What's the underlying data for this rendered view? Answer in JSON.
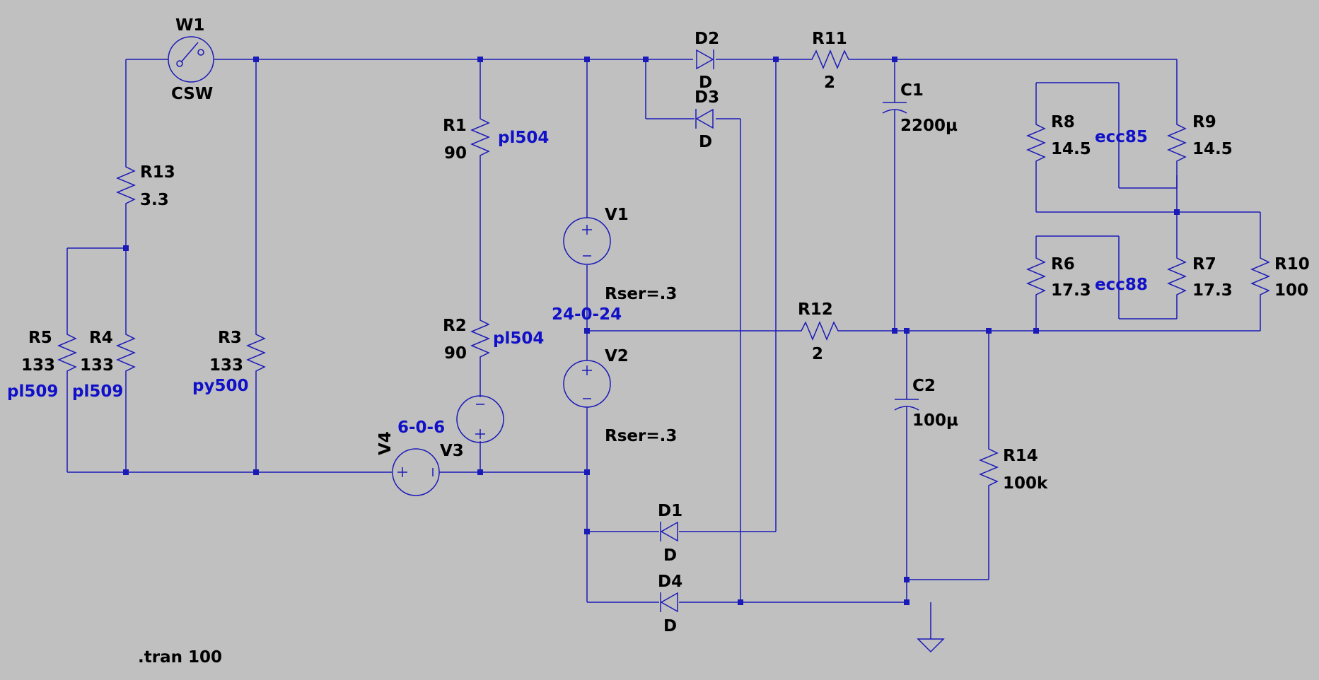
{
  "components": {
    "W1": {
      "ref": "W1",
      "value": "CSW"
    },
    "R13": {
      "ref": "R13",
      "value": "3.3"
    },
    "R5": {
      "ref": "R5",
      "value": "133",
      "tube": "pl509"
    },
    "R4": {
      "ref": "R4",
      "value": "133",
      "tube": "pl509"
    },
    "R3": {
      "ref": "R3",
      "value": "133",
      "tube": "py500"
    },
    "R1": {
      "ref": "R1",
      "value": "90",
      "tube": "pl504"
    },
    "R2": {
      "ref": "R2",
      "value": "90",
      "tube": "pl504"
    },
    "V1": {
      "ref": "V1",
      "param": "Rser=.3"
    },
    "V2": {
      "ref": "V2",
      "param": "Rser=.3"
    },
    "V3": {
      "ref": "V3"
    },
    "V4": {
      "ref": "V4"
    },
    "D1": {
      "ref": "D1",
      "value": "D"
    },
    "D2": {
      "ref": "D2",
      "value": "D"
    },
    "D3": {
      "ref": "D3",
      "value": "D"
    },
    "D4": {
      "ref": "D4",
      "value": "D"
    },
    "R11": {
      "ref": "R11",
      "value": "2"
    },
    "R12": {
      "ref": "R12",
      "value": "2"
    },
    "C1": {
      "ref": "C1",
      "value": "2200µ"
    },
    "C2": {
      "ref": "C2",
      "value": "100µ"
    },
    "R8": {
      "ref": "R8",
      "value": "14.5"
    },
    "R9": {
      "ref": "R9",
      "value": "14.5"
    },
    "R6": {
      "ref": "R6",
      "value": "17.3"
    },
    "R7": {
      "ref": "R7",
      "value": "17.3"
    },
    "R10": {
      "ref": "R10",
      "value": "100"
    },
    "R14": {
      "ref": "R14",
      "value": "100k"
    }
  },
  "net_labels": {
    "transformer_main": "24-0-24",
    "transformer_aux": "6-0-6",
    "tube_ecc85": "ecc85",
    "tube_ecc88": "ecc88"
  },
  "directive": ".tran 100"
}
